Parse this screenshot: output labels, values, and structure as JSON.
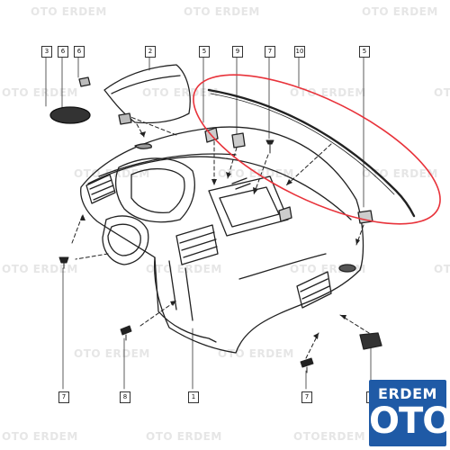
{
  "watermark": {
    "text": "OTO ERDEM",
    "variant_text": "OTOERDEM",
    "color": "#e6e6e6"
  },
  "callouts": [
    "3",
    "6",
    "6",
    "2",
    "5",
    "9",
    "7",
    "10",
    "5",
    "7",
    "8",
    "1",
    "7",
    "4"
  ],
  "highlight": {
    "color": "#e8323a"
  },
  "logo": {
    "top": "ERDEM",
    "bottom": "OTO",
    "background": "#1f5aa6",
    "text_color": "#ffffff"
  }
}
